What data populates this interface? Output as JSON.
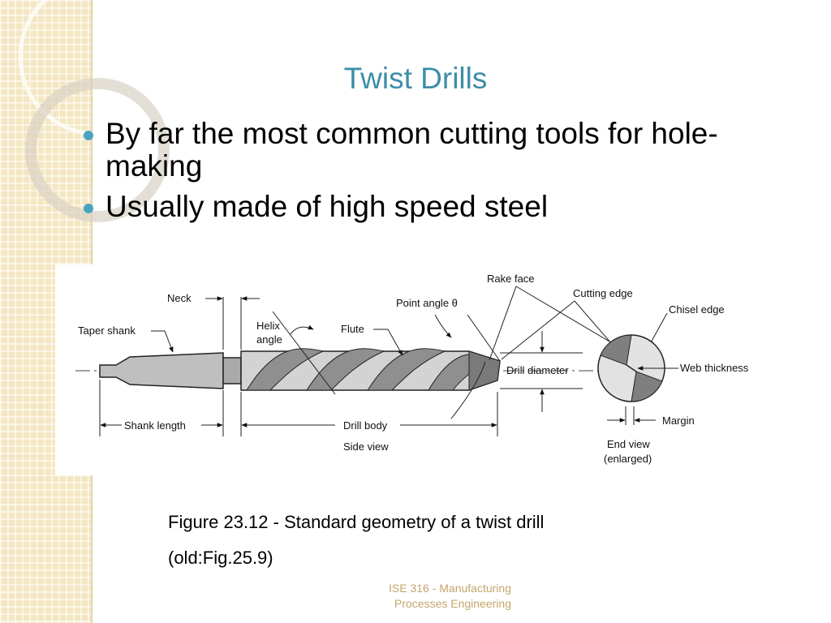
{
  "slide": {
    "title": "Twist Drills",
    "bullets": [
      "By far the most common cutting tools for hole-making",
      "Usually made of high speed steel"
    ]
  },
  "figure": {
    "labels": {
      "neck": "Neck",
      "taper_shank": "Taper shank",
      "helix_angle_1": "Helix",
      "helix_angle_2": "angle",
      "flute": "Flute",
      "point_angle": "Point angle θ",
      "rake_face": "Rake face",
      "cutting_edge": "Cutting edge",
      "chisel_edge": "Chisel edge",
      "drill_diameter": "Drill diameter",
      "web_thickness": "Web thickness",
      "margin": "Margin",
      "shank_length": "Shank length",
      "drill_body": "Drill body",
      "side_view": "Side view",
      "end_view_1": "End view",
      "end_view_2": "(enlarged)"
    }
  },
  "caption": {
    "line1": "Figure 23.12 - Standard geometry of a twist drill",
    "line2": "(old:Fig.25.9)"
  },
  "footer": {
    "line1": "ISE 316  -  Manufacturing",
    "line2": "Processes Engineering"
  },
  "colors": {
    "title": "#3d8ea8",
    "bullet": "#4ba3c3",
    "footer": "#c4a56b",
    "strip": "#f3e7c2"
  }
}
